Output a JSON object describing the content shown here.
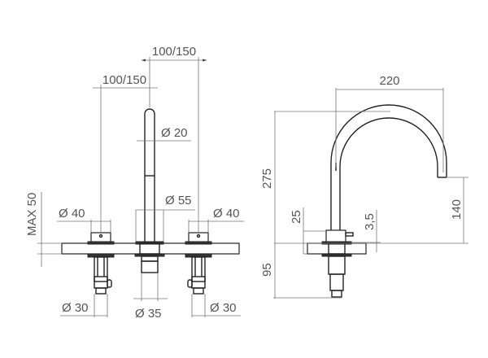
{
  "drawing": {
    "title": "Three-hole basin mixer technical drawing",
    "colors": {
      "object_line": "#222222",
      "dimension_line": "#777777",
      "text": "#555555",
      "background": "#ffffff"
    }
  },
  "front_view": {
    "dims": {
      "spacing_right": "100/150",
      "spacing_left": "100/150",
      "spout_diameter": "Ø 20",
      "spout_base_diameter": "Ø 55",
      "handle_left_diameter": "Ø 40",
      "handle_right_diameter": "Ø 40",
      "max_thickness": "MAX 50",
      "valve_left_diameter": "Ø 30",
      "spout_shank_diameter": "Ø 35",
      "valve_right_diameter": "Ø 30"
    }
  },
  "side_view": {
    "dims": {
      "reach": "220",
      "total_height": "275",
      "spout_outlet_height": "140",
      "base_height": "25",
      "lever_offset": "3,5",
      "below_deck": "95"
    }
  }
}
